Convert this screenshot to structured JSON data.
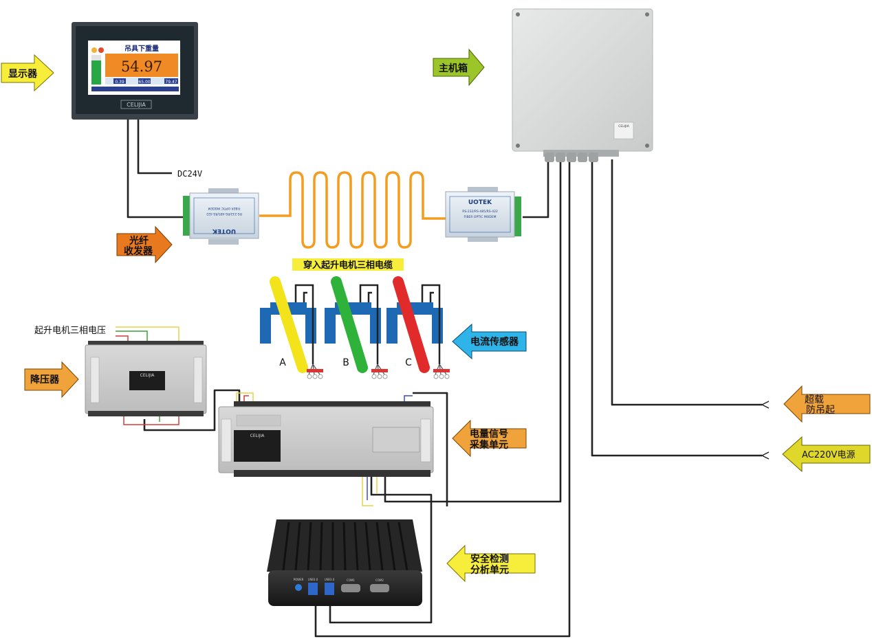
{
  "display": {
    "label": "显示器",
    "screen_title": "吊具下重量",
    "reading": "54.97",
    "brand": "CELIJIA",
    "row_values": [
      "0.39",
      "65.00",
      "79.47"
    ]
  },
  "host_box": {
    "label": "主机箱",
    "brand": "CELIJIA"
  },
  "modem": {
    "label_line1": "光纤",
    "label_line2": "收发器",
    "brand": "UOTEK",
    "model": "RS-232/RS-485/RS-422",
    "desc": "FIBER OPTIC MODEM"
  },
  "dc_label": "DC24V",
  "cable_caption": "穿入起升电机三相电缆",
  "current_sensor": {
    "label": "电流传感器",
    "phases": [
      "A",
      "B",
      "C"
    ]
  },
  "transformer": {
    "label": "降压器",
    "voltage_caption": "起升电机三相电压",
    "brand": "CELIJIA"
  },
  "acq_unit": {
    "label_line1": "电量信号",
    "label_line2": "采集单元",
    "brand": "CELIJIA"
  },
  "overload": {
    "label_line1": "超载",
    "label_line2": "防吊起"
  },
  "power": {
    "label": "AC220V电源"
  },
  "safety_unit": {
    "label_line1": "安全检测",
    "label_line2": "分析单元",
    "ports": [
      "POWER",
      "USB3.0",
      "USB3.0",
      "COM1",
      "COM2"
    ]
  },
  "colors": {
    "yellow_arrow": "#f6ee3a",
    "orange_arrow": "#f0a33a",
    "green_arrow": "#9cc52a",
    "blue_arrow": "#2eb4e8",
    "dark_orange_arrow": "#e8791f",
    "fiber": "#f39c1e",
    "wire": "#222222"
  }
}
